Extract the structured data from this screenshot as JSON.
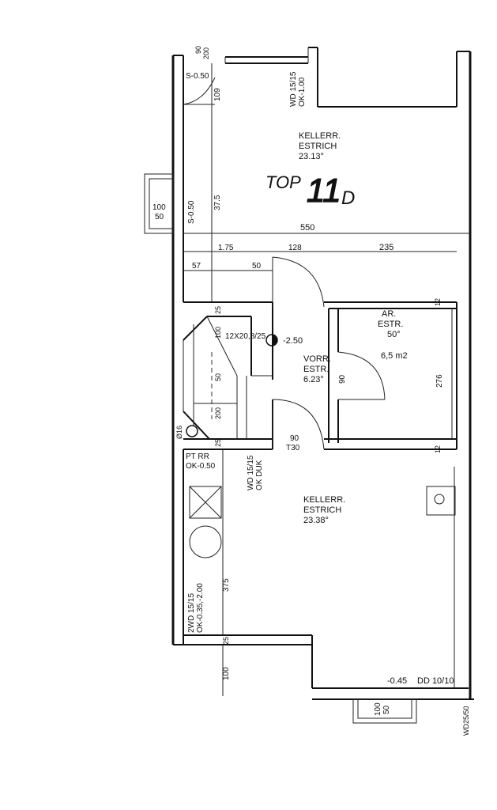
{
  "plan": {
    "title_prefix": "TOP",
    "title_number": "11",
    "title_suffix": "D",
    "rooms": {
      "upper_basement": {
        "line1": "KELLERR.",
        "line2": "ESTRICH",
        "area": "23.13°"
      },
      "storage": {
        "line1": "AR.",
        "line2": "ESTR.",
        "area": "50°",
        "note": "6,5 m2"
      },
      "hall": {
        "line1": "VORR.",
        "line2": "ESTR.",
        "area": "6.23°"
      },
      "lower_basement": {
        "line1": "KELLERR.",
        "line2": "ESTRICH",
        "area": "23.38°"
      }
    },
    "labels": {
      "s050_top": "S-0.50",
      "s050_side": "S-0.50",
      "wd_top_1": "WD 15/15",
      "wd_top_2": "OK-1.00",
      "stair": "12X20,8/25",
      "level_stair": "-2.50",
      "door_t30_width": "90",
      "door_t30": "T30",
      "door_ar": "90",
      "pt_rr": "PT   RR",
      "ok_050": "OK-0.50",
      "wd_mid_1": "WD 15/15",
      "wd_mid_2": "OK DUK",
      "wd_low_1": "2WD 15/15",
      "wd_low_2": "OK-0.35,-2.00",
      "pipe": "Ø16",
      "level_bottom": "-0.45",
      "dd": "DD 10/10",
      "wd_corner": "WD25/50",
      "win_left_1": "100",
      "win_left_2": "50",
      "win_bottom_1": "100",
      "win_bottom_2": "50"
    },
    "dimensions": {
      "d_90": "90",
      "d_200": "200",
      "d_109": "109",
      "d_375_top": "37.5",
      "d_550": "550",
      "d_175": "1.75",
      "d_128": "128",
      "d_235": "235",
      "d_57": "57",
      "d_50": "50",
      "d_12_a": "12",
      "d_12_b": "12",
      "d_25_a": "25",
      "d_100_stair": "100",
      "d_50_stair": "50",
      "d_200_stair": "200",
      "d_25_b": "25",
      "d_276": "276",
      "d_375_low": "375",
      "d_25_c": "25",
      "d_100_bottom": "100"
    }
  }
}
